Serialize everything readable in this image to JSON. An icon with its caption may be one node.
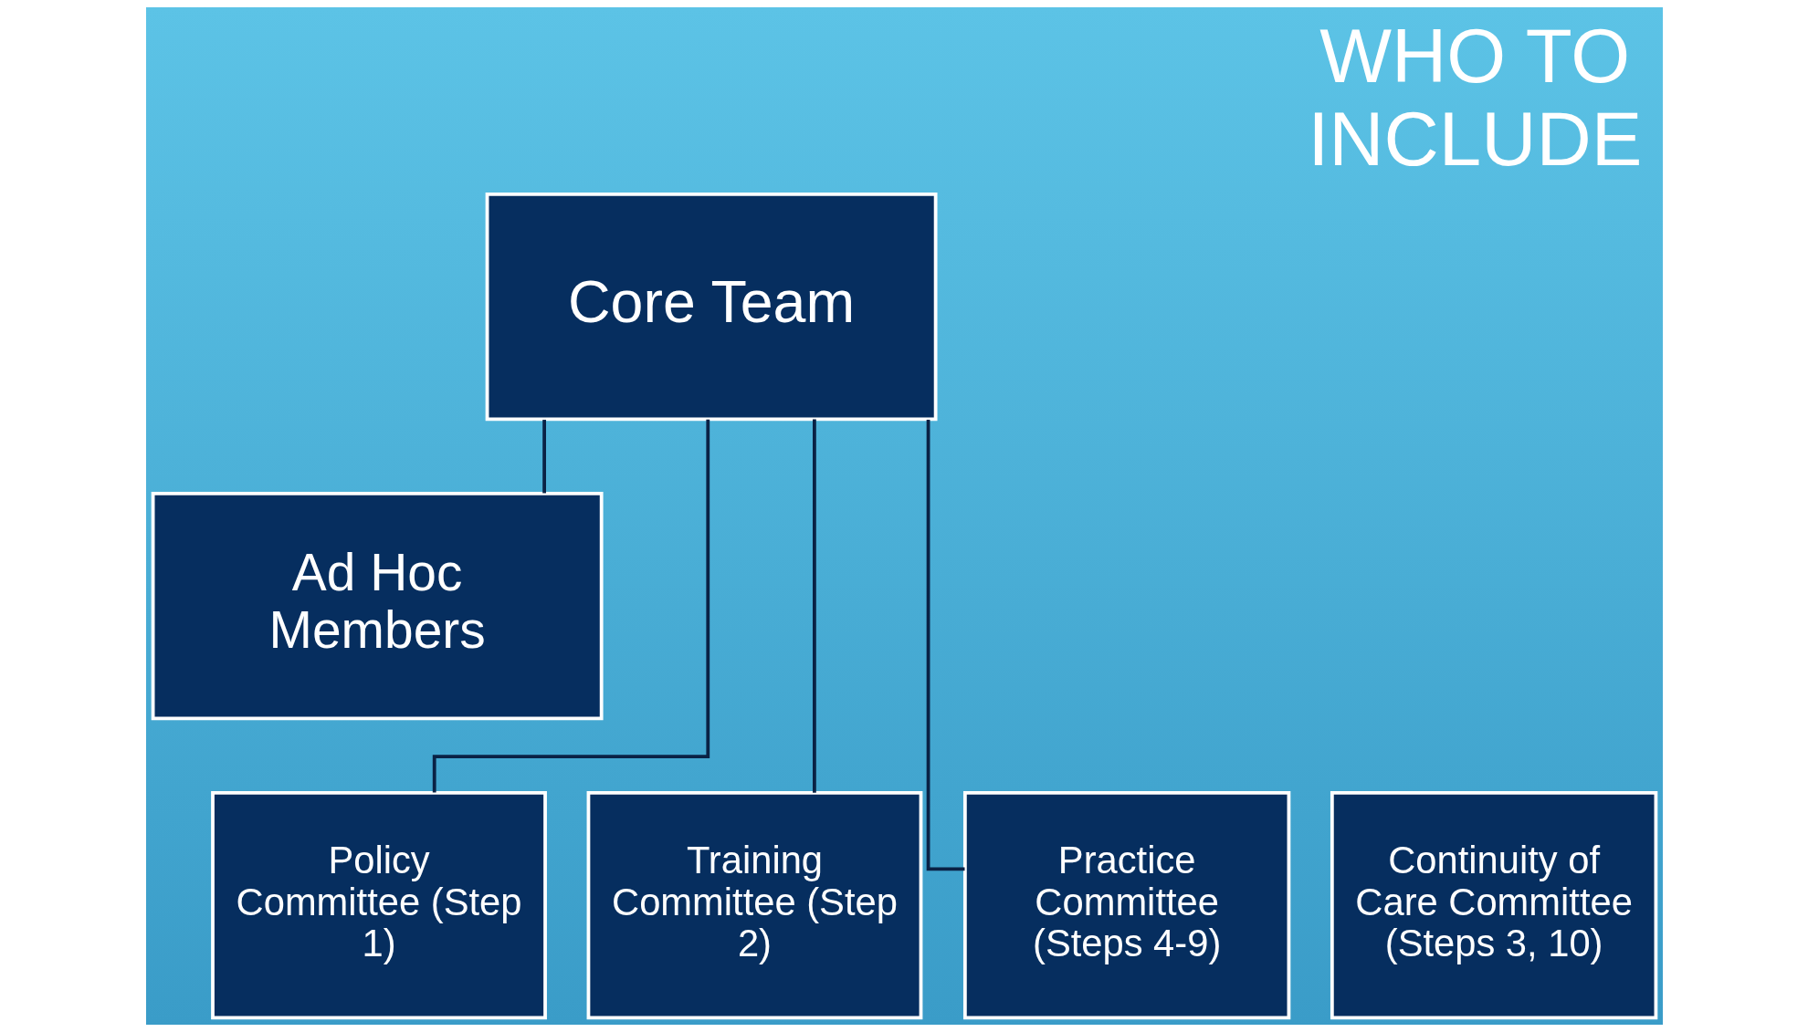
{
  "diagram": {
    "title": "WHO TO INCLUDE",
    "nodes": [
      {
        "text": [
          "Core Team"
        ]
      },
      {
        "text": [
          "Ad Hoc Members"
        ]
      },
      {
        "text": [
          "Policy Committee (Step 1)"
        ]
      },
      {
        "text": [
          "Training Committee (Step 2)"
        ]
      },
      {
        "text": [
          "Practice Committee (Steps 4-9)"
        ]
      },
      {
        "text": [
          "Continuity of Care Committee (Steps 3, 10)"
        ]
      }
    ],
    "edges": [
      {
        "from": 0,
        "to": 1,
        "arrow": "none"
      },
      {
        "from": 0,
        "to": 2,
        "arrow": "none"
      },
      {
        "from": 0,
        "to": 3,
        "arrow": "none"
      },
      {
        "from": 0,
        "to": 4,
        "arrow": "none"
      }
    ]
  }
}
